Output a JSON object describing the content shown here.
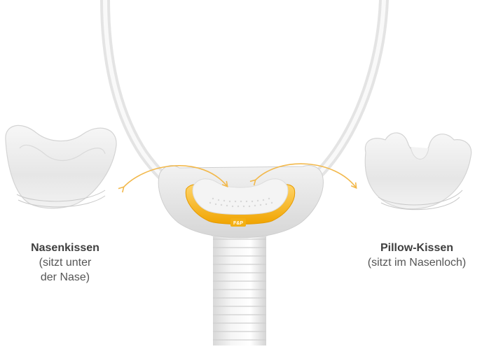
{
  "nasal_cushion": {
    "title": "Nasenkissen",
    "line1": "(sitzt unter",
    "line2": "der Nase)"
  },
  "pillow_cushion": {
    "title": "Pillow-Kissen",
    "line1": "(sitzt im Nasenloch)"
  },
  "frame_logo": "F&P",
  "colors": {
    "arrow": "#f2b84b",
    "accent_orange": "#f5b21c",
    "silicone": "#ececec",
    "frame": "#e3e3e3"
  }
}
